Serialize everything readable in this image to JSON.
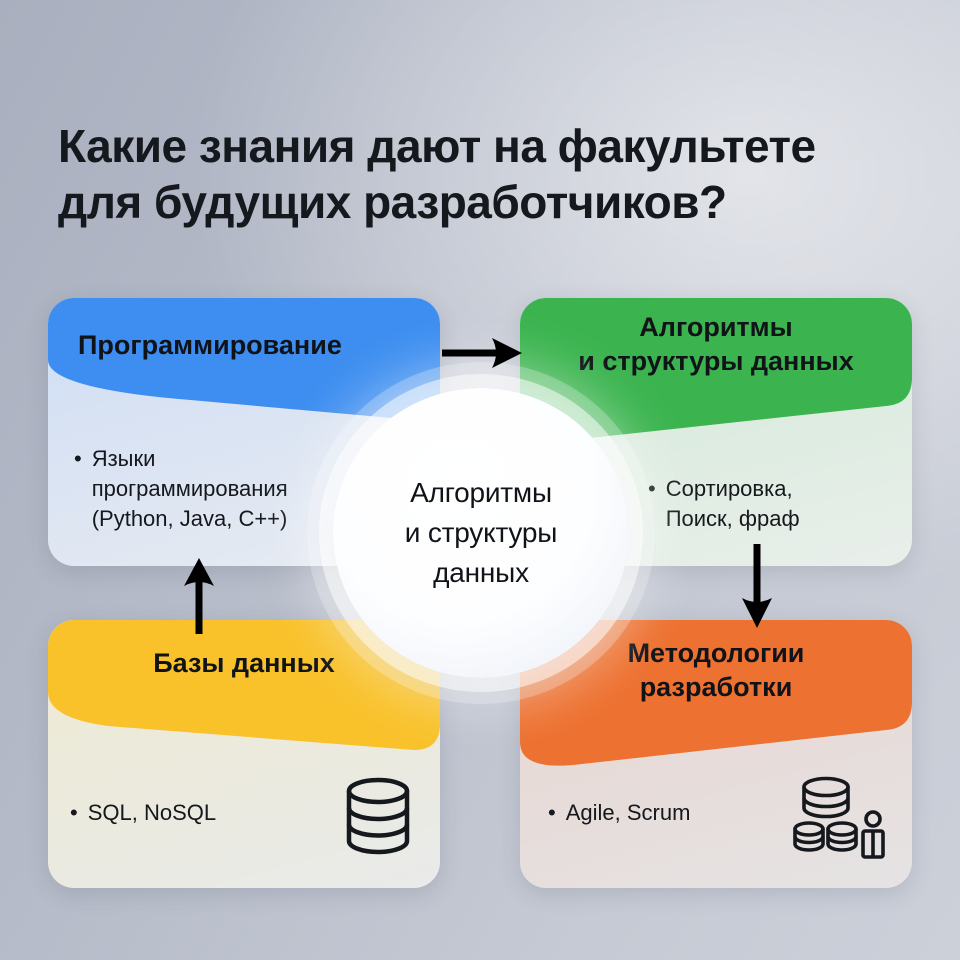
{
  "page": {
    "title_line1": "Какие знания дают на факультете",
    "title_line2": "для будущих разработчиков?",
    "title": "Какие знания дают на факультете\nдля будущих разработчиков?",
    "background_from": "#a9afbe",
    "background_to": "#ccd0d9"
  },
  "center": {
    "label": "Алгоритмы\nи структуры\nданных",
    "icon": "glow-circle"
  },
  "cards": [
    {
      "id": "programming",
      "header": "Программирование",
      "header_color": "#3d8ef0",
      "body_color": "#cfdef4",
      "bullet_marker": "•",
      "bullets": [
        "Языки\nпрограммирования\n(Python, Java, C++)"
      ],
      "icon": null
    },
    {
      "id": "algorithms",
      "header": "Алгоритмы\nи структуры данных",
      "header_color": "#3bb44f",
      "body_color": "#cfe9d6",
      "bullet_marker": "•",
      "bullets": [
        "Сортировка,\nПоиск, фраф"
      ],
      "icon": null
    },
    {
      "id": "databases",
      "header": "Базы данных",
      "header_color": "#f9c22b",
      "body_color": "#eeead3",
      "bullet_marker": "•",
      "bullets": [
        "SQL, NoSQL"
      ],
      "icon": "database-cylinder-icon"
    },
    {
      "id": "methodologies",
      "header": "Методологии\nразработки",
      "header_color": "#ed7130",
      "body_color": "#e9d8d2",
      "bullet_marker": "•",
      "bullets": [
        "Agile, Scrum"
      ],
      "icon": "database-stack-person-icon"
    }
  ],
  "arrows": [
    {
      "id": "programming-to-algorithms",
      "direction": "right",
      "color": "#000000"
    },
    {
      "id": "databases-to-programming",
      "direction": "up",
      "color": "#000000"
    },
    {
      "id": "algorithms-to-methodologies",
      "direction": "down",
      "color": "#000000"
    }
  ]
}
